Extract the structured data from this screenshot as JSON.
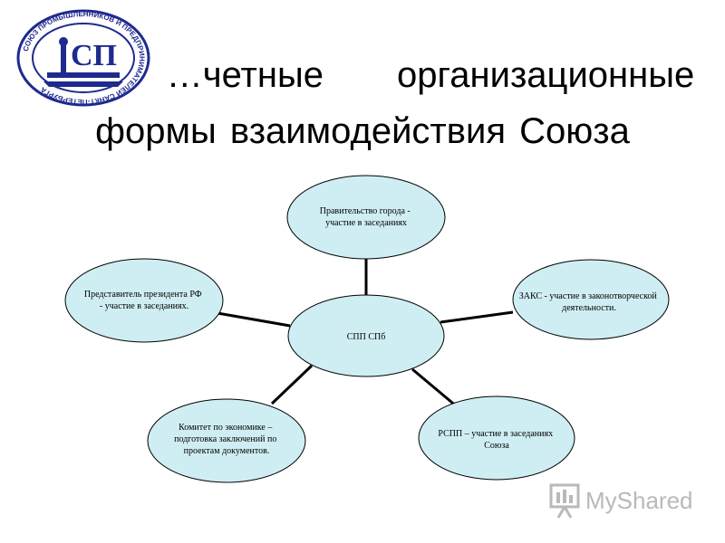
{
  "title": {
    "line1": "…четные организационные",
    "line2": "формы взаимодействия Союза"
  },
  "logo": {
    "ring_text": "СОЮЗ ПРОМЫШЛЕННИКОВ И ПРЕДПРИНИМАТЕЛЕЙ САНКТ-ПЕТЕРБУРГА",
    "letters": "СП",
    "color": "#1f2a8f"
  },
  "diagram": {
    "fill": "#cfeef3",
    "stroke": "#000000",
    "center": {
      "lines": [
        "СПП СПб"
      ]
    },
    "nodes": [
      {
        "id": "government",
        "lines": [
          "Правительство города -",
          "участие в заседаниях"
        ]
      },
      {
        "id": "zaks",
        "lines": [
          "ЗАКС  - участие в законотворческой",
          "деятельности."
        ]
      },
      {
        "id": "rspp",
        "lines": [
          "РСПП – участие в заседаниях",
          "Союза"
        ]
      },
      {
        "id": "committee",
        "lines": [
          "Комитет по экономике –",
          "подготовка заключений по",
          "проектам документов."
        ]
      },
      {
        "id": "president-rep",
        "lines": [
          "Представитель президента РФ",
          "- участие в заседаниях."
        ]
      }
    ]
  },
  "watermark": {
    "text": "MyShared",
    "icon": "presentation-board-icon",
    "color": "#b9b9b9"
  }
}
